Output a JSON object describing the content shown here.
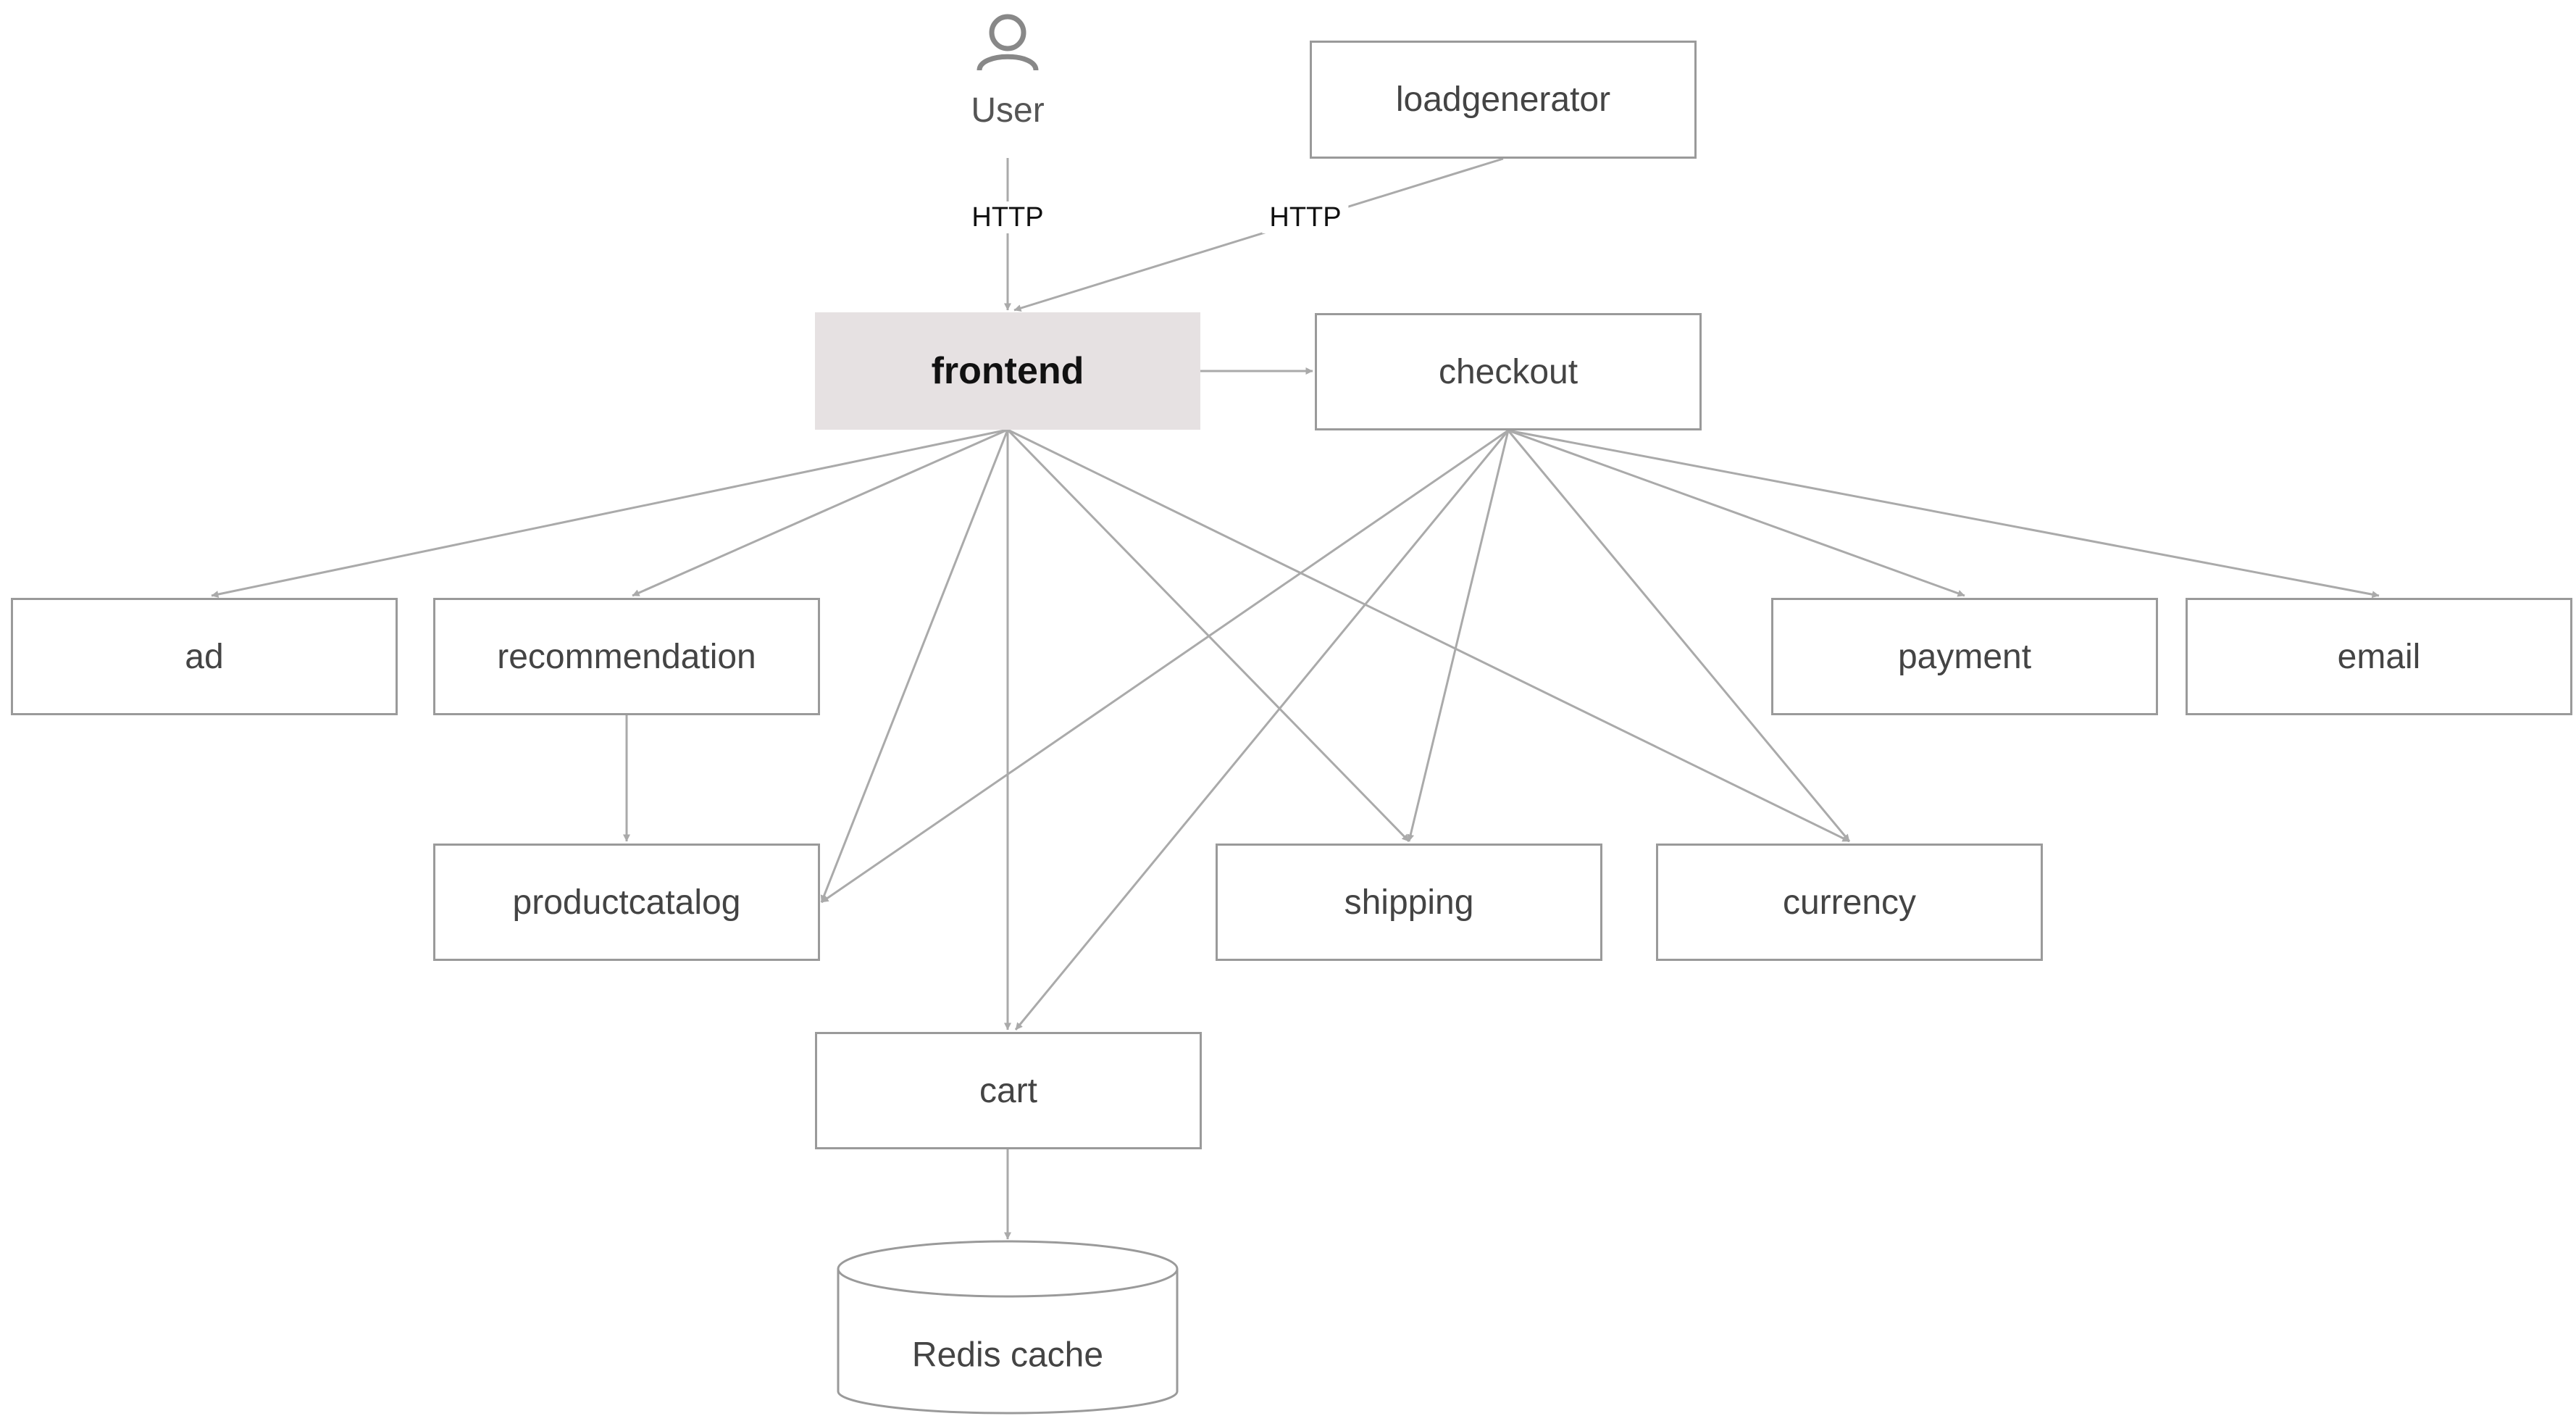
{
  "diagram": {
    "user": {
      "label": "User",
      "icon": "user-icon"
    },
    "nodes": {
      "loadgenerator": "loadgenerator",
      "frontend": "frontend",
      "checkout": "checkout",
      "ad": "ad",
      "recommendation": "recommendation",
      "payment": "payment",
      "email": "email",
      "productcatalog": "productcatalog",
      "shipping": "shipping",
      "currency": "currency",
      "cart": "cart",
      "redis": "Redis cache"
    },
    "edge_labels": {
      "user_frontend": "HTTP",
      "loadgenerator_frontend": "HTTP"
    },
    "edges": [
      [
        "user",
        "frontend"
      ],
      [
        "loadgenerator",
        "frontend"
      ],
      [
        "frontend",
        "checkout"
      ],
      [
        "frontend",
        "ad"
      ],
      [
        "frontend",
        "recommendation"
      ],
      [
        "frontend",
        "productcatalog"
      ],
      [
        "frontend",
        "cart"
      ],
      [
        "frontend",
        "shipping"
      ],
      [
        "frontend",
        "currency"
      ],
      [
        "checkout",
        "productcatalog"
      ],
      [
        "checkout",
        "cart"
      ],
      [
        "checkout",
        "shipping"
      ],
      [
        "checkout",
        "currency"
      ],
      [
        "checkout",
        "payment"
      ],
      [
        "checkout",
        "email"
      ],
      [
        "recommendation",
        "productcatalog"
      ],
      [
        "cart",
        "redis"
      ]
    ],
    "colors": {
      "edge": "#aaaaaa",
      "node_border": "#9a9a9a",
      "frontend_fill": "#e6e1e2",
      "user_icon": "#888888"
    }
  }
}
